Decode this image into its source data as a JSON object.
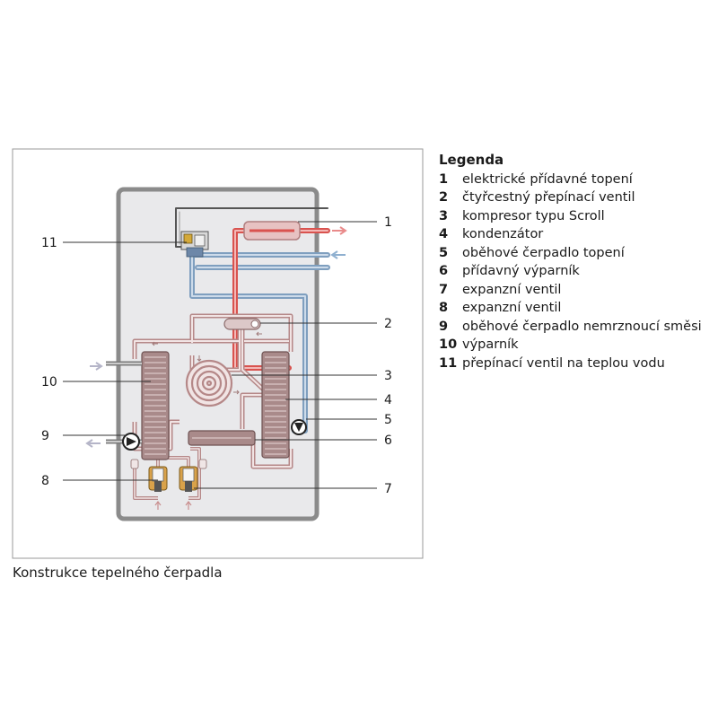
{
  "legend": {
    "title": "Legenda",
    "items": [
      {
        "number": "1",
        "label": "elektrické přídavné topení"
      },
      {
        "number": "2",
        "label": "čtyřcestný přepínací ventil"
      },
      {
        "number": "3",
        "label": "kompresor typu Scroll"
      },
      {
        "number": "4",
        "label": "kondenzátor"
      },
      {
        "number": "5",
        "label": "oběhové čerpadlo topení"
      },
      {
        "number": "6",
        "label": "přídavný výparník"
      },
      {
        "number": "7",
        "label": "expanzní ventil"
      },
      {
        "number": "8",
        "label": "expanzní ventil"
      },
      {
        "number": "9",
        "label": "oběhové čerpadlo nemrznoucí směsi"
      },
      {
        "number": "10",
        "label": "výparník"
      },
      {
        "number": "11",
        "label": "přepínací ventil na teplou vodu"
      }
    ]
  },
  "callouts": [
    "1",
    "2",
    "3",
    "4",
    "5",
    "6",
    "7",
    "8",
    "9",
    "10",
    "11"
  ],
  "caption": "Konstrukce tepelného čerpadla",
  "colors": {
    "frame_border": "#9a9a9a",
    "housing_fill": "#e9e9eb",
    "housing_border": "#8b8b8b",
    "pipe_hot": "#d9534f",
    "pipe_cold": "#7f9fbf",
    "pipe_refrigerant": "#c9a4a4",
    "arrow_hot": "#e98b8b",
    "arrow_cold": "#8fb0d0"
  }
}
